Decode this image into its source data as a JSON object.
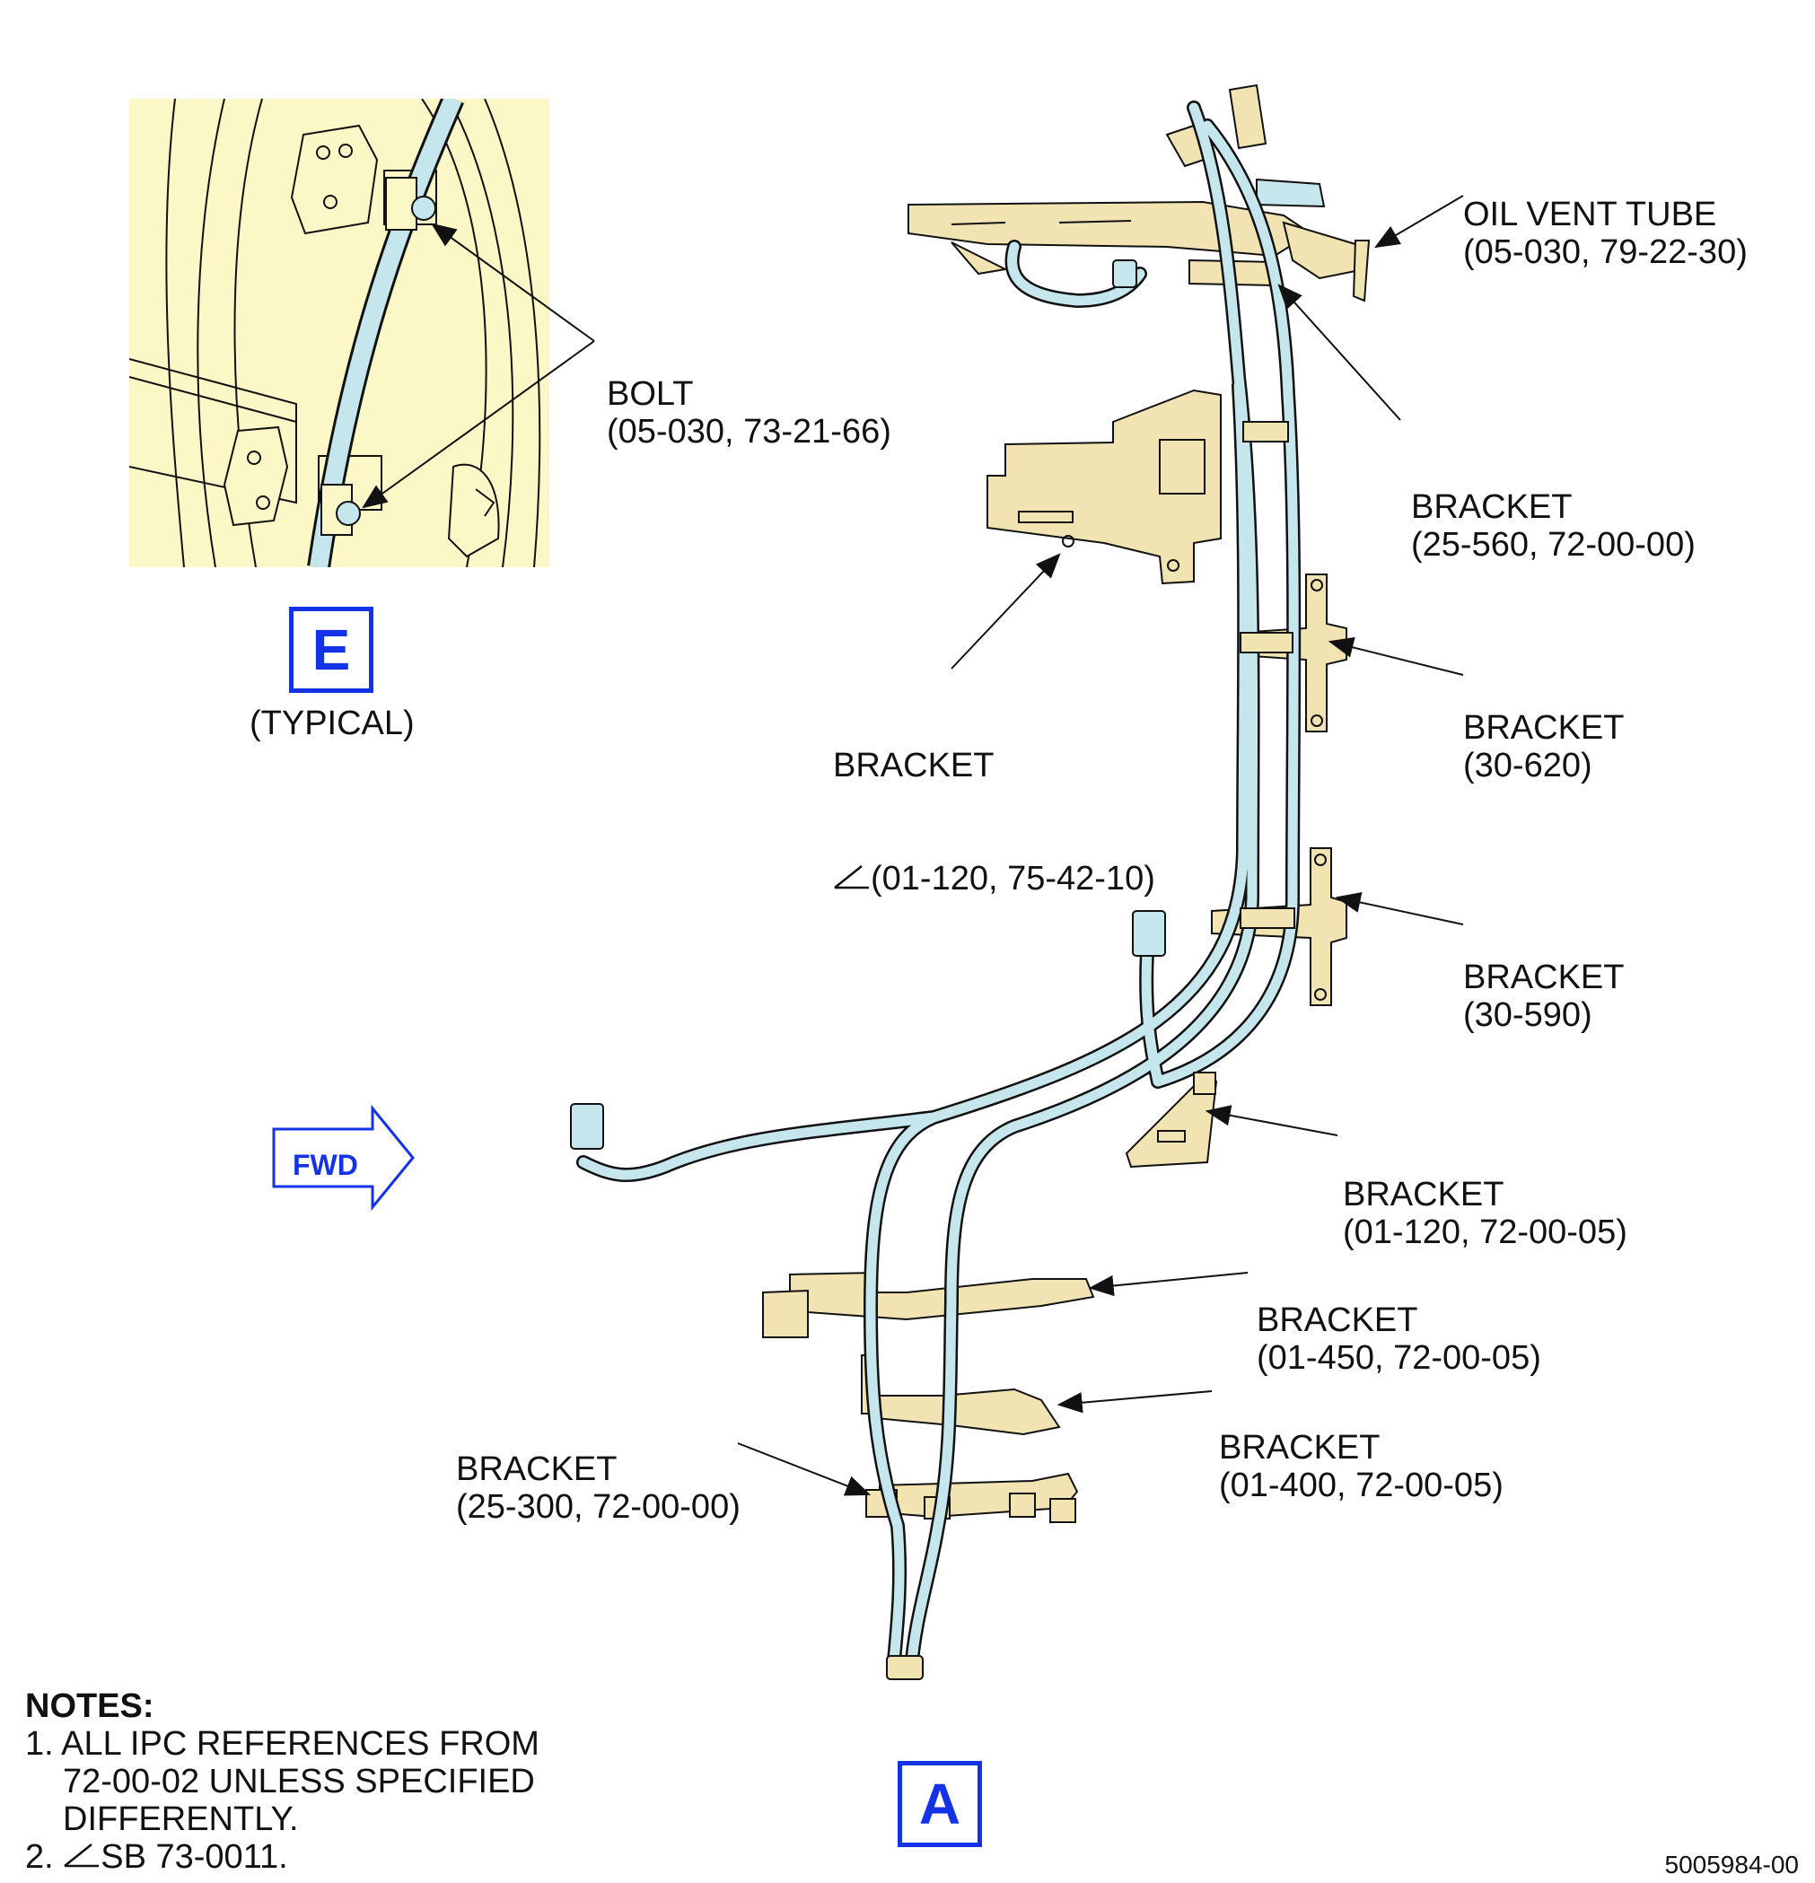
{
  "labels": {
    "oil_vent_tube": {
      "line1": "OIL VENT TUBE",
      "line2": "(05-030, 79-22-30)"
    },
    "bolt": {
      "line1": "BOLT",
      "line2": "(05-030, 73-21-66)"
    },
    "bracket_25_560": {
      "line1": "BRACKET",
      "line2": "(25-560, 72-00-00)"
    },
    "bracket_01_120_75": {
      "line1": "BRACKET",
      "line2": "(01-120, 75-42-10)"
    },
    "bracket_30_620": {
      "line1": "BRACKET",
      "line2": "(30-620)"
    },
    "bracket_30_590": {
      "line1": "BRACKET",
      "line2": "(30-590)"
    },
    "bracket_01_120_72": {
      "line1": "BRACKET",
      "line2": "(01-120, 72-00-05)"
    },
    "bracket_01_450": {
      "line1": "BRACKET",
      "line2": "(01-450, 72-00-05)"
    },
    "bracket_01_400": {
      "line1": "BRACKET",
      "line2": "(01-400, 72-00-05)"
    },
    "bracket_25_300": {
      "line1": "BRACKET",
      "line2": "(25-300, 72-00-00)"
    }
  },
  "detail_view": {
    "letter": "E",
    "caption": "(TYPICAL)"
  },
  "main_view": {
    "letter": "A"
  },
  "fwd_arrow": {
    "label": "FWD"
  },
  "notes": {
    "heading": "NOTES:",
    "n1_l1": "1. ALL IPC REFERENCES FROM",
    "n1_l2": "72-00-02 UNLESS SPECIFIED",
    "n1_l3": "DIFFERENTLY.",
    "n2": "2. ",
    "n2_text": "SB 73-0011."
  },
  "document_number": "5005984-00",
  "colors": {
    "inset_bg": "#fbf7c6",
    "harness": "#c6e6ee",
    "bracket": "#f2e4b2",
    "outline": "#111111",
    "accent": "#1432e6"
  }
}
